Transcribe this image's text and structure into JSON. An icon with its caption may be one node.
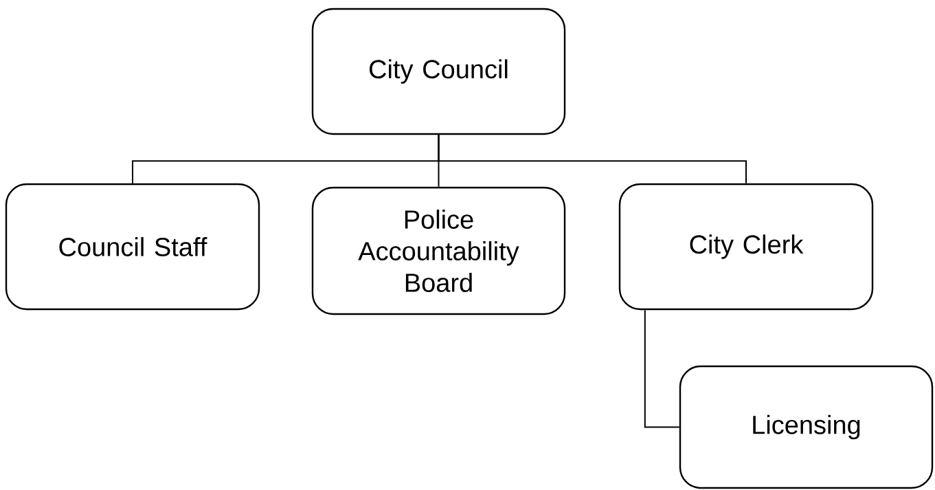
{
  "diagram": {
    "nodes": [
      {
        "text": [
          "City Council"
        ]
      },
      {
        "text": [
          "Council Staff"
        ]
      },
      {
        "text": [
          "Police Accountability Board"
        ]
      },
      {
        "text": [
          "City Clerk"
        ]
      },
      {
        "text": [
          "Licensing"
        ]
      }
    ],
    "edges": [
      {
        "from": 0,
        "to": 1,
        "arrow": "none"
      },
      {
        "from": 0,
        "to": 2,
        "arrow": "none"
      },
      {
        "from": 0,
        "to": 3,
        "arrow": "none"
      },
      {
        "from": 3,
        "to": 4,
        "arrow": "none"
      }
    ]
  }
}
